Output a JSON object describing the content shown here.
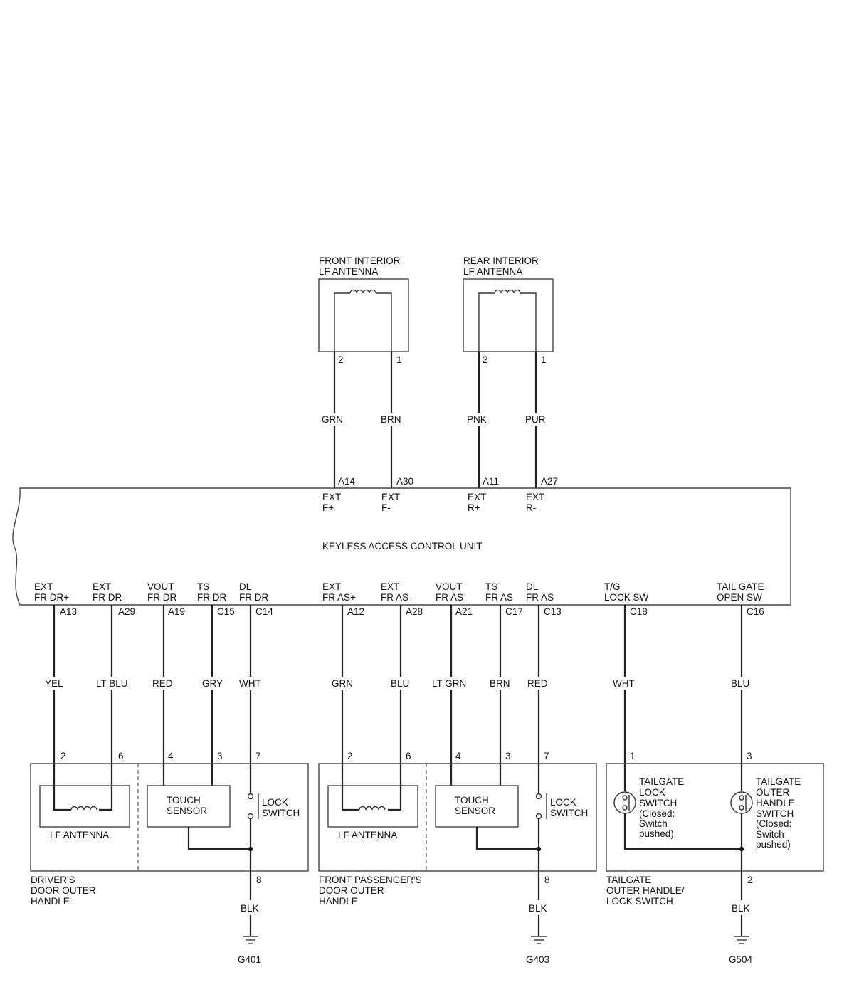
{
  "front_antenna": {
    "title": [
      "FRONT INTERIOR",
      "LF ANTENNA"
    ],
    "pin_left": "2",
    "pin_right": "1"
  },
  "rear_antenna": {
    "title": [
      "REAR INTERIOR",
      "LF ANTENNA"
    ],
    "pin_left": "2",
    "pin_right": "1"
  },
  "top_wires": [
    {
      "color": "GRN",
      "pin": "A14",
      "term": [
        "EXT",
        "F+"
      ]
    },
    {
      "color": "BRN",
      "pin": "A30",
      "term": [
        "EXT",
        "F-"
      ]
    },
    {
      "color": "PNK",
      "pin": "A11",
      "term": [
        "EXT",
        "R+"
      ]
    },
    {
      "color": "PUR",
      "pin": "A27",
      "term": [
        "EXT",
        "R-"
      ]
    }
  ],
  "control_unit": {
    "label": "KEYLESS ACCESS CONTROL UNIT"
  },
  "bottom_wires": [
    {
      "term": [
        "EXT",
        "FR DR+"
      ],
      "pin": "A13",
      "color": "YEL",
      "conn_pin": "2"
    },
    {
      "term": [
        "EXT",
        "FR DR-"
      ],
      "pin": "A29",
      "color": "LT BLU",
      "conn_pin": "6"
    },
    {
      "term": [
        "VOUT",
        "FR DR"
      ],
      "pin": "A19",
      "color": "RED",
      "conn_pin": "4"
    },
    {
      "term": [
        "TS",
        "FR DR"
      ],
      "pin": "C15",
      "color": "GRY",
      "conn_pin": "3"
    },
    {
      "term": [
        "DL",
        "FR DR"
      ],
      "pin": "C14",
      "color": "WHT",
      "conn_pin": "7"
    },
    {
      "term": [
        "EXT",
        "FR AS+"
      ],
      "pin": "A12",
      "color": "GRN",
      "conn_pin": "2"
    },
    {
      "term": [
        "EXT",
        "FR AS-"
      ],
      "pin": "A28",
      "color": "BLU",
      "conn_pin": "6"
    },
    {
      "term": [
        "VOUT",
        "FR AS"
      ],
      "pin": "A21",
      "color": "LT GRN",
      "conn_pin": "4"
    },
    {
      "term": [
        "TS",
        "FR AS"
      ],
      "pin": "C17",
      "color": "BRN",
      "conn_pin": "3"
    },
    {
      "term": [
        "DL",
        "FR AS"
      ],
      "pin": "C13",
      "color": "RED",
      "conn_pin": "7"
    },
    {
      "term": [
        "T/G",
        "LOCK SW"
      ],
      "pin": "C18",
      "color": "WHT",
      "conn_pin": "1"
    },
    {
      "term": [
        "TAIL GATE",
        "OPEN SW"
      ],
      "pin": "C16",
      "color": "BLU",
      "conn_pin": "3"
    }
  ],
  "driver_handle": {
    "lf_antenna": "LF ANTENNA",
    "touch_sensor": [
      "TOUCH",
      "SENSOR"
    ],
    "lock_switch": [
      "LOCK",
      "SWITCH"
    ],
    "name": [
      "DRIVER'S",
      "DOOR OUTER",
      "HANDLE"
    ]
  },
  "passenger_handle": {
    "lf_antenna": "LF ANTENNA",
    "touch_sensor": [
      "TOUCH",
      "SENSOR"
    ],
    "lock_switch": [
      "LOCK",
      "SWITCH"
    ],
    "name": [
      "FRONT PASSENGER'S",
      "DOOR OUTER",
      "HANDLE"
    ]
  },
  "tailgate_handle": {
    "lock_switch": [
      "TAILGATE",
      "LOCK",
      "SWITCH",
      "(Closed:",
      "Switch",
      "pushed)"
    ],
    "outer_switch": [
      "TAILGATE",
      "OUTER",
      "HANDLE",
      "SWITCH",
      "(Closed:",
      "Switch",
      "pushed)"
    ],
    "name": [
      "TAILGATE",
      "OUTER HANDLE/",
      "LOCK SWITCH"
    ]
  },
  "grounds": [
    {
      "pin": "8",
      "color": "BLK",
      "name": "G401"
    },
    {
      "pin": "8",
      "color": "BLK",
      "name": "G403"
    },
    {
      "pin": "2",
      "color": "BLK",
      "name": "G504"
    }
  ]
}
